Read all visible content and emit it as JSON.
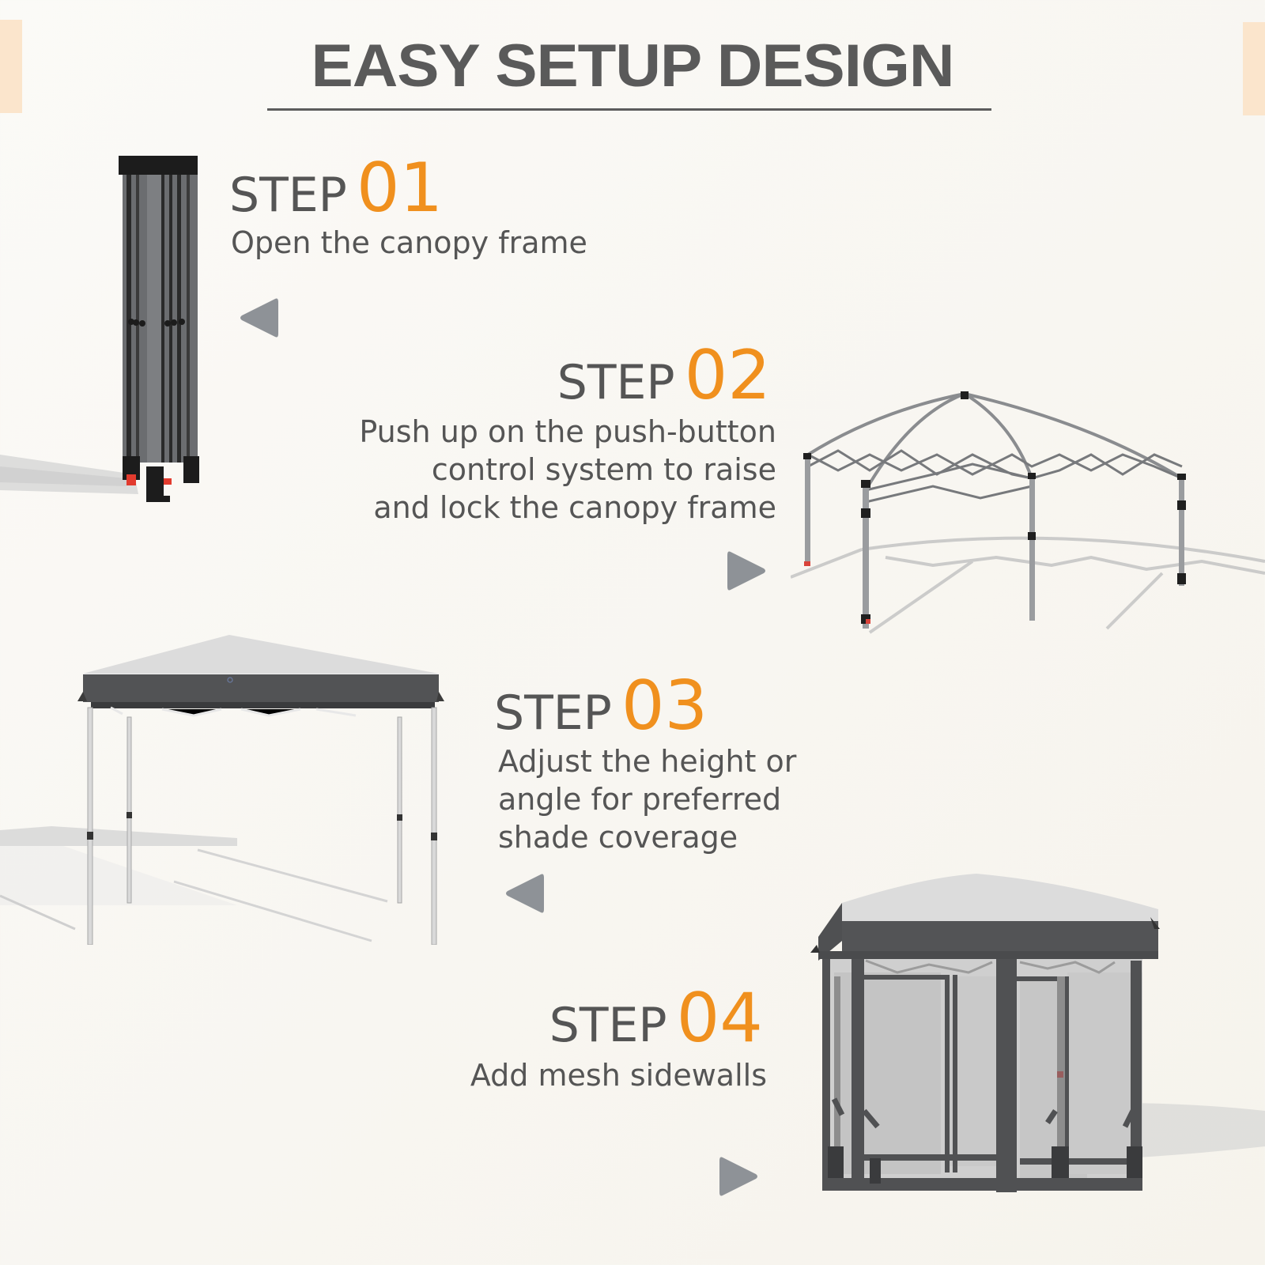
{
  "header": {
    "title": "EASY SETUP DESIGN"
  },
  "colors": {
    "accent_orange": "#f0901e",
    "text_gray": "#555555",
    "arrow_gray": "#8e9297",
    "edge_peach": "#fbe5cc"
  },
  "steps": [
    {
      "word": "STEP",
      "number": "01",
      "description": [
        "Open the canopy frame"
      ],
      "arrow_direction": "left",
      "illustration": "folded-canopy-frame"
    },
    {
      "word": "STEP",
      "number": "02",
      "description": [
        "Push up on the push-button",
        "control system to raise",
        "and lock the canopy frame"
      ],
      "arrow_direction": "right",
      "illustration": "expanded-canopy-frame"
    },
    {
      "word": "STEP",
      "number": "03",
      "description": [
        "Adjust the height or",
        "angle for preferred",
        "shade coverage"
      ],
      "arrow_direction": "left",
      "illustration": "canopy-with-cover"
    },
    {
      "word": "STEP",
      "number": "04",
      "description": [
        "Add mesh sidewalls"
      ],
      "arrow_direction": "right",
      "illustration": "canopy-with-mesh-sidewalls"
    }
  ]
}
